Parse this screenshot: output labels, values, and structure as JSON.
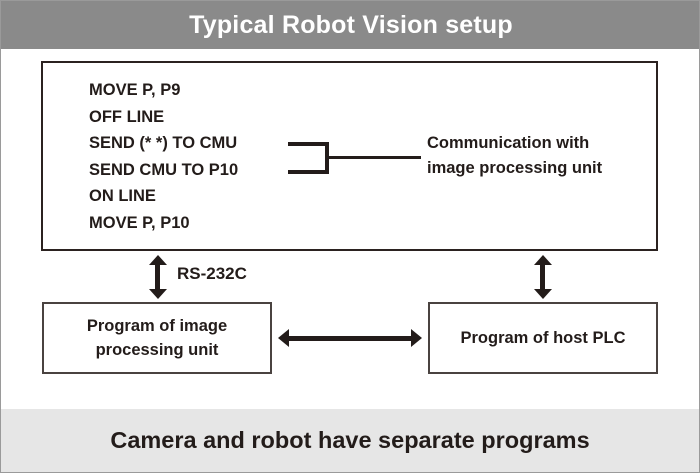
{
  "header": {
    "title": "Typical Robot Vision setup",
    "background_color": "#8a8a8a",
    "text_color": "#ffffff"
  },
  "code_block": {
    "lines": [
      "MOVE P, P9",
      "OFF LINE",
      "SEND (* *) TO CMU",
      "SEND CMU TO P10",
      "ON LINE",
      "MOVE P, P10"
    ]
  },
  "annotation": {
    "line1": "Communication with",
    "line2": "image processing unit"
  },
  "connectors": {
    "rs232_label": "RS-232C",
    "bracket_name": "code-bracket",
    "vertical_arrow_left": "double-headed-vertical-arrow",
    "vertical_arrow_right": "double-headed-vertical-arrow",
    "horizontal_arrow": "double-headed-horizontal-arrow"
  },
  "boxes": {
    "image_unit": {
      "line1": "Program of image",
      "line2": "processing unit"
    },
    "host_plc": {
      "line1": "Program of host PLC"
    }
  },
  "footer": {
    "caption": "Camera and robot have separate programs",
    "background_color": "#e6e6e6",
    "text_color": "#231c1a"
  }
}
